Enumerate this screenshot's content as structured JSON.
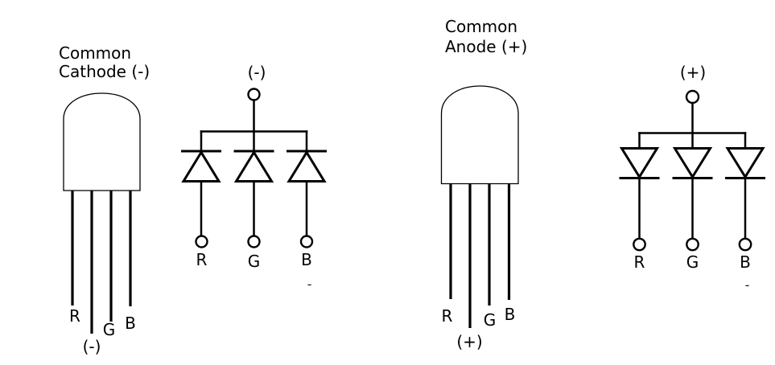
{
  "colors": {
    "line": "#000000",
    "background": "#ffffff"
  },
  "left": {
    "title_line1": "Common",
    "title_line2": "Cathode (-)",
    "package": {
      "pin_r": "R",
      "pin_g": "G",
      "pin_b": "B",
      "common": "(-)"
    },
    "schematic": {
      "common": "(-)",
      "term_r": "R",
      "term_g": "G",
      "term_b": "B",
      "tick": "-"
    }
  },
  "right": {
    "title_line1": "Common",
    "title_line2": "Anode (+)",
    "package": {
      "pin_r": "R",
      "pin_g": "G",
      "pin_b": "B",
      "common": "(+)"
    },
    "schematic": {
      "common": "(+)",
      "term_r": "R",
      "term_g": "G",
      "term_b": "B",
      "tick": "-"
    }
  }
}
